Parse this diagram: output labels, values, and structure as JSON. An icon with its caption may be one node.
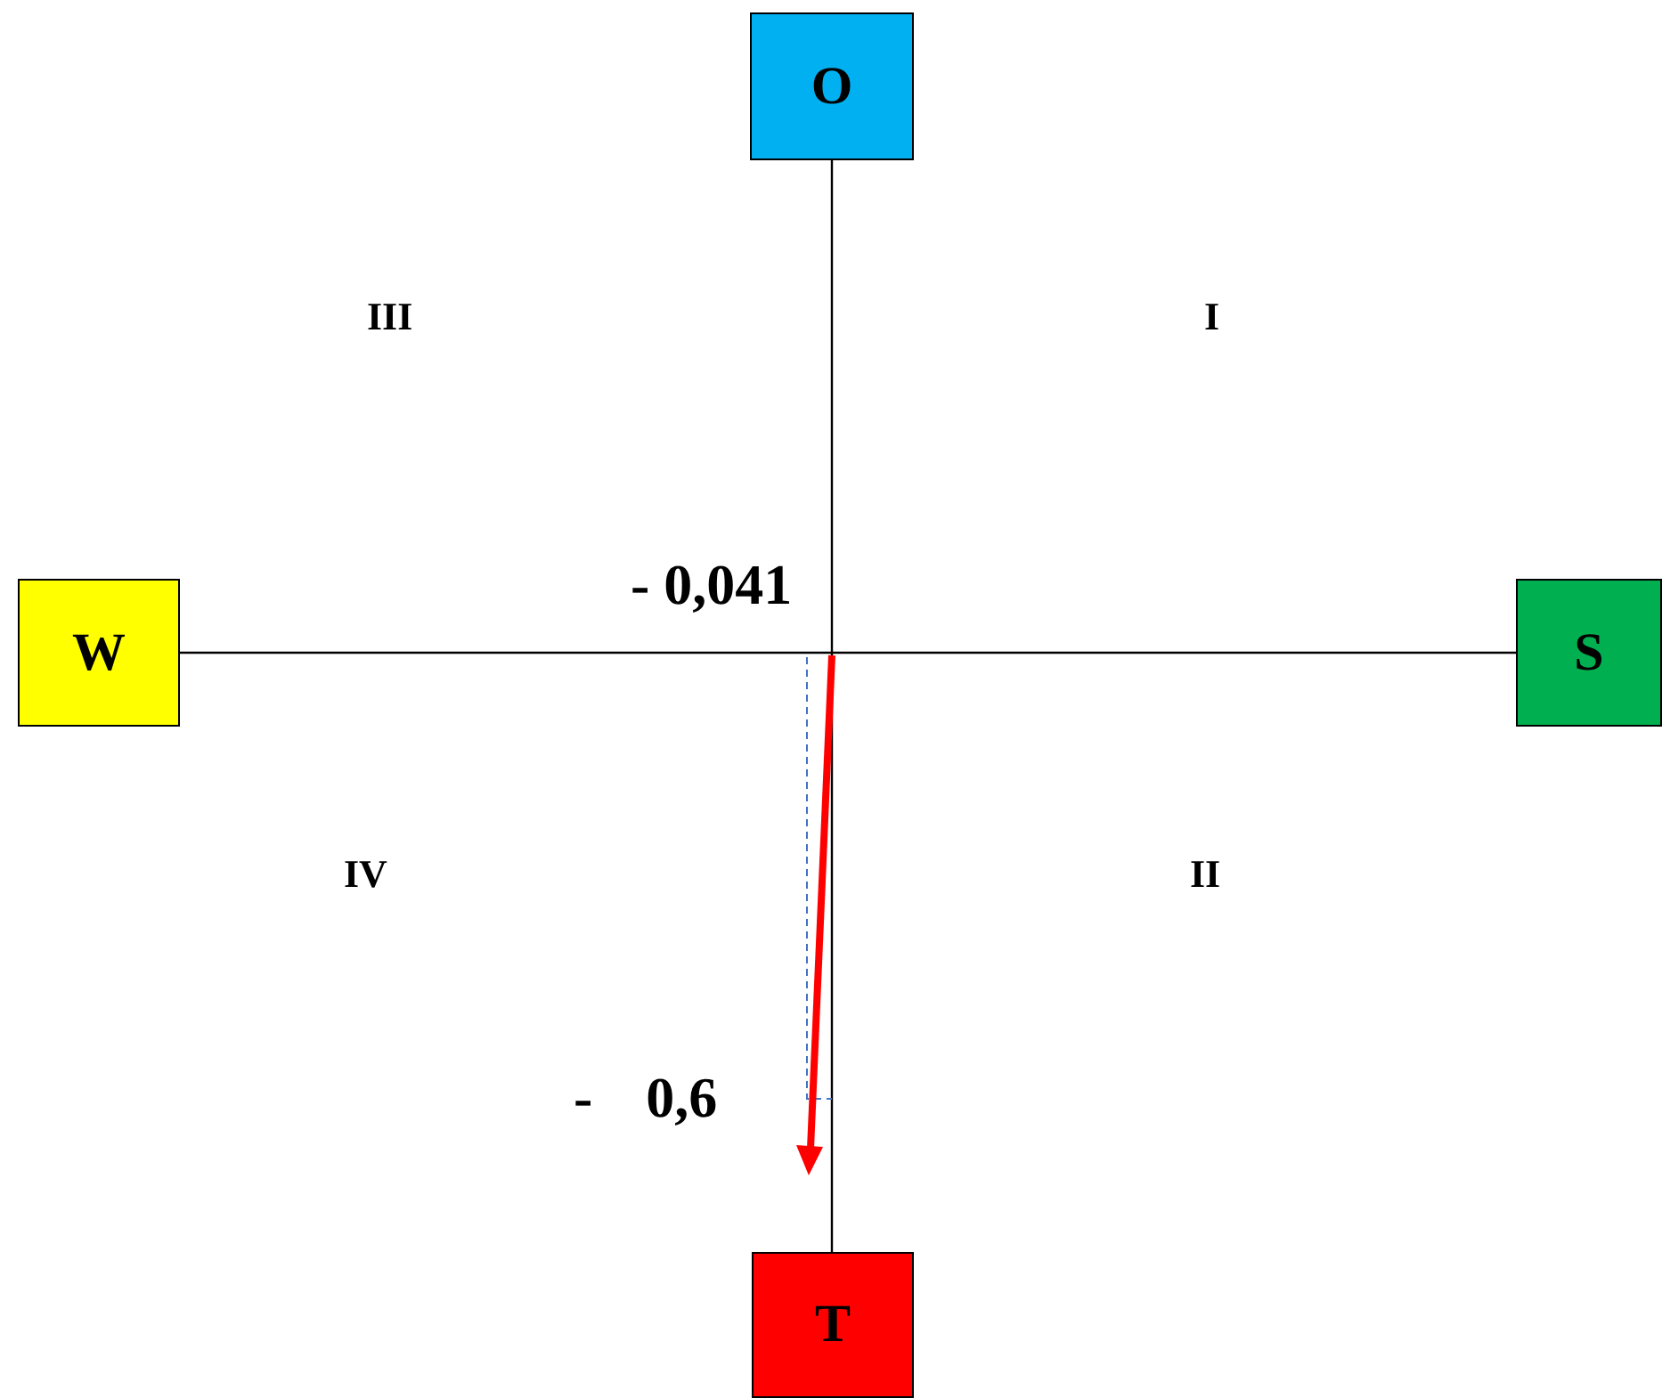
{
  "diagram": {
    "nodes": [
      {
        "text": [
          "O"
        ]
      },
      {
        "text": [
          "W"
        ]
      },
      {
        "text": [
          "S"
        ]
      },
      {
        "text": [
          "T"
        ]
      }
    ],
    "edges": [
      {
        "from": 0,
        "to": 3,
        "arrow": "none"
      },
      {
        "from": 1,
        "to": 2,
        "arrow": "none"
      }
    ],
    "labels": [
      "III",
      "I",
      "- 0,041",
      "IV",
      "II",
      "- 0,6"
    ]
  }
}
